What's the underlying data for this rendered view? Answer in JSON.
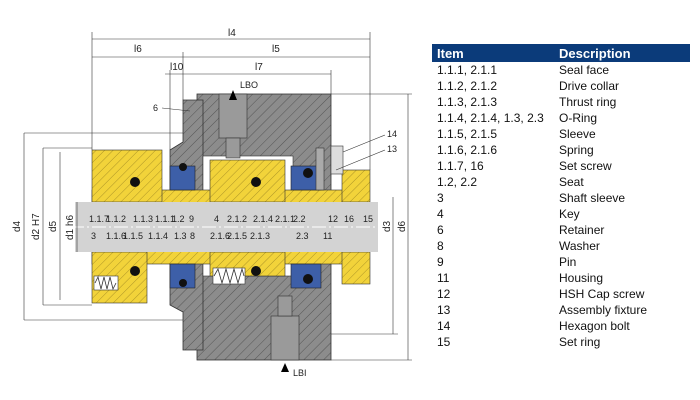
{
  "table": {
    "headers": {
      "item": "Item",
      "description": "Description"
    },
    "rows": [
      {
        "item": "1.1.1, 2.1.1",
        "description": "Seal face"
      },
      {
        "item": "1.1.2, 2.1.2",
        "description": "Drive collar"
      },
      {
        "item": "1.1.3, 2.1.3",
        "description": "Thrust ring"
      },
      {
        "item": "1.1.4, 2.1.4, 1.3, 2.3",
        "description": "O-Ring"
      },
      {
        "item": "1.1.5, 2.1.5",
        "description": "Sleeve"
      },
      {
        "item": "1.1.6, 2.1.6",
        "description": "Spring"
      },
      {
        "item": "1.1.7, 16",
        "description": "Set screw"
      },
      {
        "item": "1.2, 2.2",
        "description": "Seat"
      },
      {
        "item": "3",
        "description": "Shaft sleeve"
      },
      {
        "item": "4",
        "description": "Key"
      },
      {
        "item": "6",
        "description": "Retainer"
      },
      {
        "item": "8",
        "description": "Washer"
      },
      {
        "item": "9",
        "description": "Pin"
      },
      {
        "item": "11",
        "description": "Housing"
      },
      {
        "item": "12",
        "description": "HSH Cap screw"
      },
      {
        "item": "13",
        "description": "Assembly fixture"
      },
      {
        "item": "14",
        "description": "Hexagon bolt"
      },
      {
        "item": "15",
        "description": "Set ring"
      }
    ]
  },
  "drawing": {
    "dims": {
      "l4": "l4",
      "l5": "l5",
      "l6": "l6",
      "l7": "l7",
      "l10": "l10",
      "d1": "d1 h6",
      "d2": "d2 H7",
      "d3": "d3",
      "d4": "d4",
      "d5": "d5",
      "d6": "d6"
    },
    "ports": {
      "outlet": "LBO",
      "inlet": "LBI"
    },
    "labels_upper": [
      "1.1.7",
      "1.1.2",
      "1.1.3",
      "1.1.1",
      "1.2",
      "9",
      "4",
      "2.1.2",
      "2.1.4",
      "2.1.1",
      "2.2",
      "12",
      "16",
      "15"
    ],
    "labels_lower": [
      "3",
      "1.1.6",
      "1.1.5",
      "1.1.4",
      "1.3",
      "8",
      "2.1.6",
      "2.1.5",
      "2.1.3",
      "2.3",
      "11"
    ],
    "callouts": {
      "retainer": "6",
      "hex_bolt": "14",
      "fixture": "13"
    },
    "colors": {
      "steel": "#8c8c8c",
      "brass": "#f2d33a",
      "seat": "#3d5fa8",
      "shaft": "#d3d3d3",
      "header": "#0b3b7a"
    }
  }
}
